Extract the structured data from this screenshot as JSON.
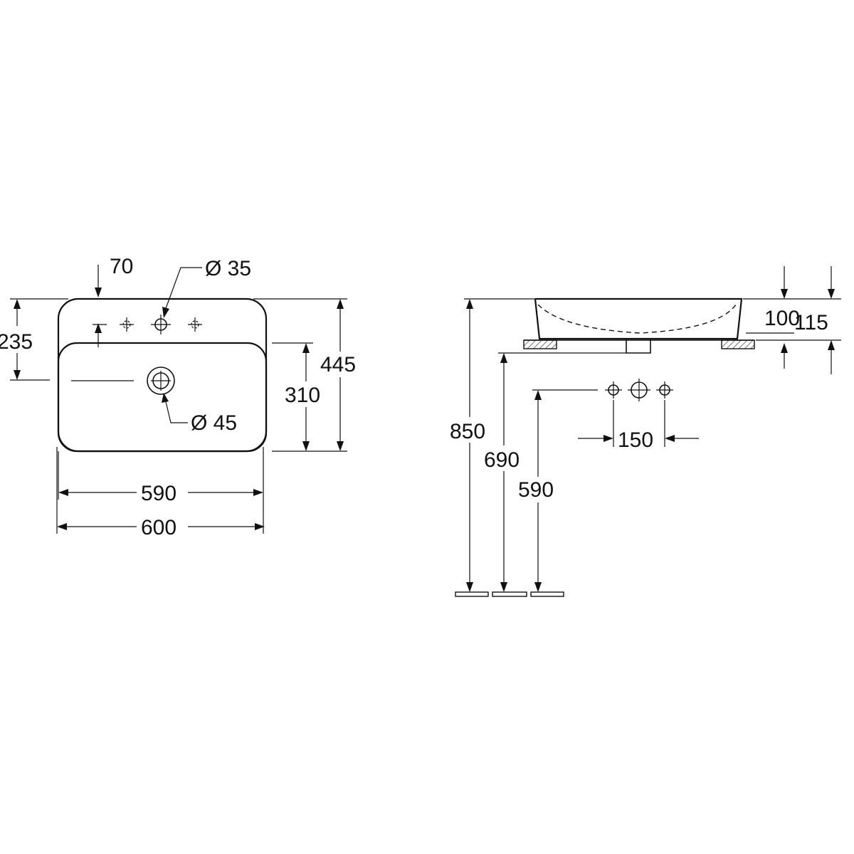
{
  "plan_view": {
    "offset_70": "70",
    "tap_hole_diameter": "Ø 35",
    "offset_235": "235",
    "depth_445": "445",
    "inner_depth_310": "310",
    "waste_diameter": "Ø 45",
    "inner_width_590": "590",
    "width_600": "600"
  },
  "side_view": {
    "height_100": "100",
    "height_115": "115",
    "height_850": "850",
    "height_690": "690",
    "height_590": "590",
    "tap_spacing_150": "150"
  }
}
